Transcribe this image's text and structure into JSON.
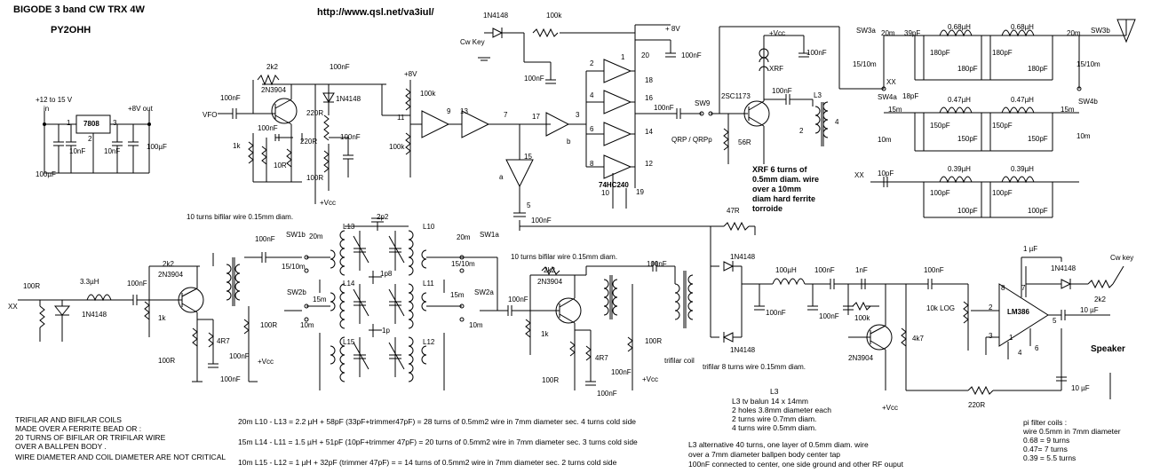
{
  "header": {
    "title": "BIGODE 3 band CW TRX 4W",
    "author": "PY2OHH",
    "url": "http://www.qsl.net/va3iul/"
  },
  "power_supply": {
    "input": "+12 to 15 V",
    "input_suffix": "in",
    "regulator": "7808",
    "output": "+8V out",
    "pin1": "1",
    "pin2": "2",
    "pin3": "3",
    "cap_in_bulk": "100µF",
    "cap_in": "10nF",
    "cap_out": "10nF",
    "cap_out_bulk": "100µF"
  },
  "vfo_section": {
    "vfo": "VFO",
    "c_in": "100nF",
    "r_bias": "2k2",
    "transistor": "2N3904",
    "cap_top": "100nF",
    "diode": "1N4148",
    "r_collector": "220R",
    "cap_b": "100nF",
    "r_emitter": "220R",
    "r_base": "1k",
    "r_e2": "10R",
    "c_out": "100nF",
    "r_100r": "100R",
    "vcc": "+Vcc",
    "v8": "+8V",
    "pot_top": "100k",
    "pot_bot": "100k",
    "pin11": "11",
    "pin9": "9",
    "pin13": "13",
    "pin7": "7"
  },
  "driver_ic": {
    "name": "74HC240",
    "cw_diode": "1N4148",
    "cw_key": "Cw Key",
    "r_key": "100k",
    "v8": "+ 8V",
    "pin1": "1",
    "pin2": "2",
    "pin3": "3",
    "pin4": "4",
    "pin5": "5",
    "pin6": "6",
    "pin8": "8",
    "pin10": "10",
    "pin12": "12",
    "pin14": "14",
    "pin15": "15",
    "pin16": "16",
    "pin17": "17",
    "pin18": "18",
    "pin19": "19",
    "pin20": "20",
    "c_vcc": "100nF",
    "c_left": "100nF",
    "label_a": "a",
    "label_b": "b",
    "c_bottom": "100nF",
    "c_out": "100nF"
  },
  "pa_section": {
    "switch": "SW9",
    "qrp": "QRP / QRPp",
    "transistor": "2SC1173",
    "r_emitter": "56R",
    "vcc": "+Vcc",
    "choke": "XRF",
    "c_decouple": "100nF",
    "c_couple": "100nF",
    "transformer": "L3",
    "l3_pin2": "2",
    "l3_pin4": "4",
    "xrf_note": [
      "XRF 6 turns of",
      "0.5mm diam. wire",
      "over a 10mm",
      "diam hard ferrite",
      "torroide"
    ]
  },
  "tx_filters": {
    "sw3a": "SW3a",
    "sw3b": "SW3b",
    "sw4a": "SW4a",
    "sw4b": "SW4b",
    "band20_a": "20m",
    "band20_b": "20m",
    "band1510_a": "15/10m",
    "band1510_b": "15/10m",
    "band15_a": "15m",
    "band15_b": "15m",
    "band10_a": "10m",
    "band10_b": "10m",
    "xx_a": "XX",
    "xx_b": "XX",
    "f20_c_in": "39pF",
    "f20_l1": "0.68µH",
    "f20_l2": "0.68µH",
    "f20_c1": "180pF",
    "f20_c2": "180pF",
    "f20_c3": "180pF",
    "f20_c4": "180pF",
    "f15_c_in": "18pF",
    "f15_l1": "0.47µH",
    "f15_l2": "0.47µH",
    "f15_c1": "150pF",
    "f15_c2": "150pF",
    "f15_c3": "150pF",
    "f15_c4": "150pF",
    "f10_c_in": "10pF",
    "f10_l1": "0.39µH",
    "f10_l2": "0.39µH",
    "f10_c1": "100pF",
    "f10_c2": "100pF",
    "f10_c3": "100pF",
    "f10_c4": "100pF"
  },
  "rx_input": {
    "xx": "XX",
    "r_in": "100R",
    "choke": "3.3µH",
    "c_in": "100nF",
    "diode": "1N4148",
    "r_bias": "2k2",
    "transistor": "2N3904",
    "r_base": "1k",
    "r_emitter": "100R",
    "r_e2": "4R7",
    "c_e": "100nF",
    "c_out": "100nF",
    "r_load": "100R",
    "c_vcc": "100nF",
    "vcc": "+Vcc",
    "bifilar_note": "10 turns bifilar wire 0.15mm diam."
  },
  "rx_filters": {
    "sw1b": "SW1b",
    "sw1a": "SW1a",
    "sw2b": "SW2b",
    "sw2a": "SW2a",
    "b20a": "20m",
    "b20b": "20m",
    "b1510a": "15/10m",
    "b1510b": "15/10m",
    "b15a": "15m",
    "b15b": "15m",
    "b10a": "10m",
    "b10b": "10m",
    "l13": "L13",
    "l10": "L10",
    "l14": "L14",
    "l11": "L11",
    "l15": "L15",
    "l12": "L12",
    "c_2p2": "2p2",
    "c_1p8": "1p8",
    "c_1p": "1p"
  },
  "rx_amp2": {
    "note": "10 turns bifilar wire 0.15mm diam.",
    "c_in": "100nF",
    "r_bias": "2k2",
    "transistor": "2N3904",
    "r_base": "1k",
    "r_emitter": "100R",
    "r_e2": "4R7",
    "c_e": "100nF",
    "c_out": "100nF",
    "r_load": "100R",
    "c_vcc": "100nF",
    "vcc": "+Vcc",
    "trifilar": "trifilar coil"
  },
  "detector": {
    "r_47": "47R",
    "diode_top": "1N4148",
    "diode_bot": "1N4148",
    "choke": "100µH",
    "c1": "100nF",
    "c2": "100nF",
    "c3": "100nF",
    "c_1n": "1nF",
    "r_100k": "100k",
    "c4": "100nF",
    "transistor": "2N3904",
    "r_4k7": "4k7",
    "vcc": "+Vcc",
    "r_220": "220R",
    "trifilar_note": "trifilar 8 turns wire 0.15mm diam."
  },
  "audio": {
    "c_1u": "1 µF",
    "pot": "10k LOG",
    "ic": "LM386",
    "pin2": "2",
    "pin3": "3",
    "pin4": "4",
    "pin5": "5",
    "pin6": "6",
    "pin7": "7",
    "pin8": "8",
    "pin1": "1",
    "diode": "1N4148",
    "cw_key": "Cw key",
    "r_key": "2k2",
    "c_out": "10 µF",
    "c_supply": "10 µF",
    "speaker": "Speaker"
  },
  "notes": {
    "coils": [
      "TRIFILAR AND BIFILAR COILS",
      "MADE OVER A FERRITE BEAD    OR :",
      "20 TURNS OF BIFILAR OR TRIFILAR WIRE",
      "OVER A BALLPEN BODY .",
      "WIRE DIAMETER AND COIL DIAMETER ARE NOT CRITICAL"
    ],
    "filters": [
      "20m L10 - L13 = 2.2 µH + 58pF (33pF+trimmer47pF) = 28 turns of 0.5mm2 wire in 7mm diameter sec. 4 turns cold side",
      "15m L14 - L11 = 1.5 µH + 51pF (10pF+trimmer 47pF) = 20 turns of 0.5mm2 wire in 7mm diameter sec. 3 turns cold side",
      "10m L15 - L12 = 1 µH + 32pF (trimmer 47pF) = = 14 turns of 0.5mm2 wire in 7mm diameter sec. 2 turns cold side"
    ],
    "l3_title": "L3",
    "l3": [
      "L3 tv balun 14 x 14mm",
      "2 holes 3.8mm diameter each",
      "2 turns wire 0.7mm diam.",
      "4 turns wire 0.5mm diam."
    ],
    "l3_alt": [
      "L3 alternative 40 turns, one layer of 0.5mm diam. wire",
      "over a 7mm diameter ballpen body center tap",
      "100nF connected to center, one side ground and  other RF ouput"
    ],
    "pi": [
      "pi filter coils :",
      "wire 0.5mm in 7mm diameter",
      "0.68 = 9 turns",
      "0.47= 7 turns",
      "0.39 = 5.5 turns"
    ]
  }
}
